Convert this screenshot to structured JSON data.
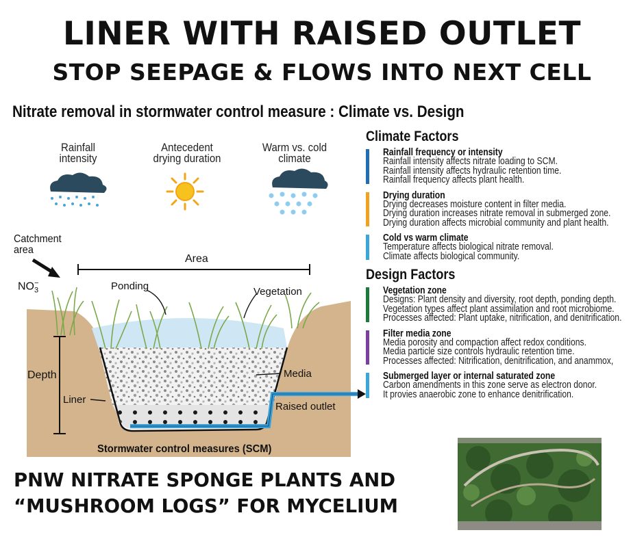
{
  "header": {
    "title": "LINER WITH RAISED OUTLET",
    "subtitle": "STOP SEEPAGE & FLOWS INTO NEXT CELL"
  },
  "figure_title": "Nitrate removal in stormwater control measure : Climate vs. Design",
  "climate_icons": [
    {
      "label_lines": [
        "Rainfall",
        "intensity"
      ],
      "icon": "rain-cloud-icon"
    },
    {
      "label_lines": [
        "Antecedent",
        "drying duration"
      ],
      "icon": "sun-icon"
    },
    {
      "label_lines": [
        "Warm vs. cold",
        "climate"
      ],
      "icon": "snow-cloud-icon"
    }
  ],
  "diagram": {
    "catchment_lines": [
      "Catchment",
      "area"
    ],
    "nitrate_base": "NO",
    "nitrate_sub": "3",
    "nitrate_sup": "−",
    "area": "Area",
    "ponding": "Ponding",
    "vegetation": "Vegetation",
    "depth": "Depth",
    "media": "Media",
    "liner": "Liner",
    "raised_outlet": "Raised outlet",
    "caption": "Stormwater control measures (SCM)"
  },
  "climate_factors": {
    "title": "Climate Factors",
    "items": [
      {
        "title": "Rainfall frequency or intensity",
        "color": "#1f6fb2",
        "lines": [
          "Rainfall intensity affects nitrate loading to SCM.",
          "Rainfall intensity affects hydraulic retention time.",
          "Rainfall frequency affects plant health."
        ]
      },
      {
        "title": "Drying duration",
        "color": "#f0a21e",
        "lines": [
          "Drying decreases moisture content in filter media.",
          "Drying duration increases nitrate removal in submerged zone.",
          "Drying duration affects microbial community and plant health."
        ]
      },
      {
        "title": "Cold vs warm climate",
        "color": "#3ba6d8",
        "lines": [
          "Temperature affects biological nitrate removal.",
          "Climate affects biological community."
        ]
      }
    ]
  },
  "design_factors": {
    "title": "Design Factors",
    "items": [
      {
        "title": "Vegetation zone",
        "color": "#1e7a3c",
        "lines": [
          "Designs: Plant density and diversity, root depth, ponding depth.",
          "Vegetation types affect plant assimilation and root microbiome.",
          "Processes affected: Plant uptake, nitrification, and denitrification."
        ]
      },
      {
        "title": "Filter media zone",
        "color": "#7b3fa0",
        "lines": [
          "Media porosity and compaction affect redox conditions.",
          "Media particle size controls hydraulic retention time.",
          "Processes affected: Nitrification, denitrification, and anammox,"
        ]
      },
      {
        "title": "Submerged layer or internal saturated zone",
        "color": "#3ba6d8",
        "lines": [
          "Carbon amendments in this zone serve as electron donor.",
          "It provies anaerobic zone to enhance denitrification."
        ]
      }
    ]
  },
  "footer": {
    "line1": "PNW NITRATE SPONGE PLANTS AND",
    "line2": "“MUSHROOM LOGS” FOR MYCELIUM"
  },
  "colors": {
    "soil": "#d4b48c",
    "outlet": "#3a9fd6",
    "water": "#cfe7f5"
  }
}
